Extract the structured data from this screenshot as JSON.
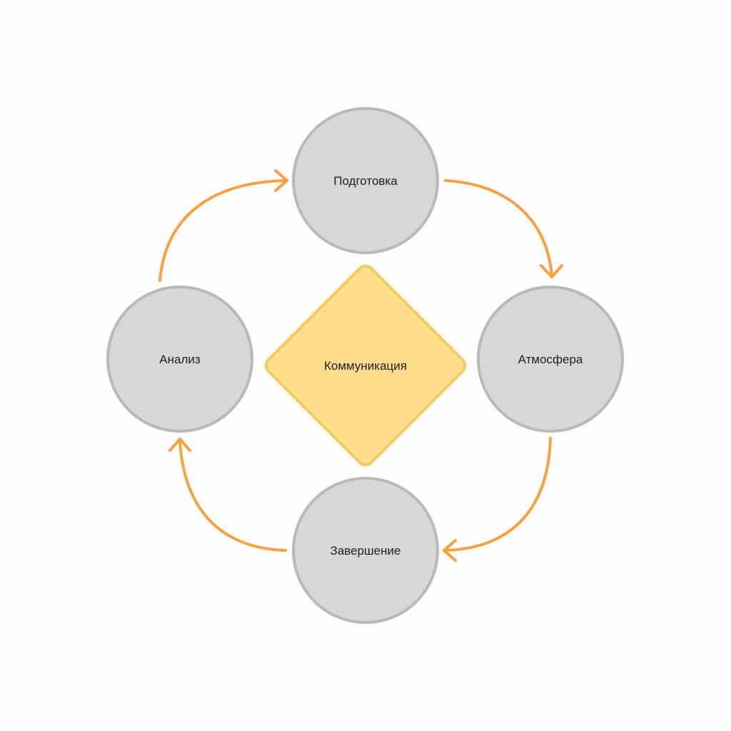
{
  "diagram": {
    "center": {
      "label": "Коммуникация"
    },
    "nodes": {
      "top": {
        "label": "Подготовка"
      },
      "right": {
        "label": "Атмосфера"
      },
      "bottom": {
        "label": "Завершение"
      },
      "left": {
        "label": "Анализ"
      }
    },
    "colors": {
      "node_fill": "#d7d7d7",
      "node_stroke": "#b9b9b9",
      "center_fill": "#fddc8c",
      "center_stroke": "#f5cc63",
      "arrow": "#f9a040",
      "background": "#fdfdfd"
    }
  }
}
